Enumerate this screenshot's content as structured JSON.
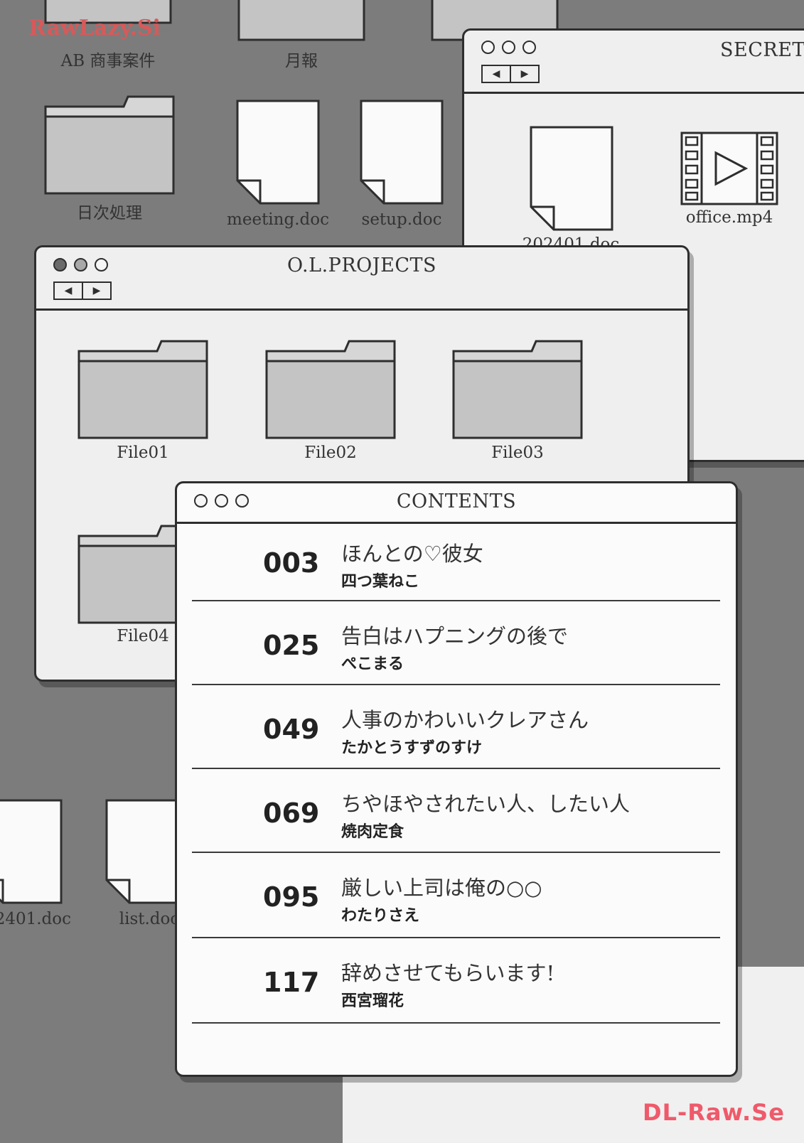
{
  "watermarks": {
    "top_left": "RawLazy.Si",
    "bottom_right": "DL-Raw.Se"
  },
  "desktop": {
    "icons": [
      {
        "label": "AB 商事案件"
      },
      {
        "label": "月報"
      },
      {
        "label": "日次処理"
      },
      {
        "label": "meeting.doc"
      },
      {
        "label": "setup.doc"
      },
      {
        "label": "2401.doc"
      },
      {
        "label": "list.doc"
      }
    ]
  },
  "secret_window": {
    "title": "SECRET",
    "files": [
      {
        "label": "202401.doc"
      },
      {
        "label": "office.mp4"
      }
    ]
  },
  "projects_window": {
    "title": "O.L.PROJECTS",
    "folders": [
      {
        "label": "File01"
      },
      {
        "label": "File02"
      },
      {
        "label": "File03"
      },
      {
        "label": "File04"
      }
    ]
  },
  "contents_window": {
    "title": "CONTENTS",
    "entries": [
      {
        "page": "003",
        "title": "ほんとの♡彼女",
        "author": "四つ葉ねこ"
      },
      {
        "page": "025",
        "title": "告白はハプニングの後で",
        "author": "ぺこまる"
      },
      {
        "page": "049",
        "title": "人事のかわいいクレアさん",
        "author": "たかとうすずのすけ"
      },
      {
        "page": "069",
        "title": "ちやほやされたい人、したい人",
        "author": "焼肉定食"
      },
      {
        "page": "095",
        "title": "厳しい上司は俺の○○",
        "author": "わたりさえ"
      },
      {
        "page": "117",
        "title": "辞めさせてもらいます!",
        "author": "西宮瑠花"
      }
    ]
  },
  "nav": {
    "back": "◀",
    "forward": "▶"
  },
  "colors": {
    "desktop": "#7c7c7c",
    "window": "#efefef",
    "outline": "#2e2e2e",
    "folder": "#c4c4c4"
  }
}
